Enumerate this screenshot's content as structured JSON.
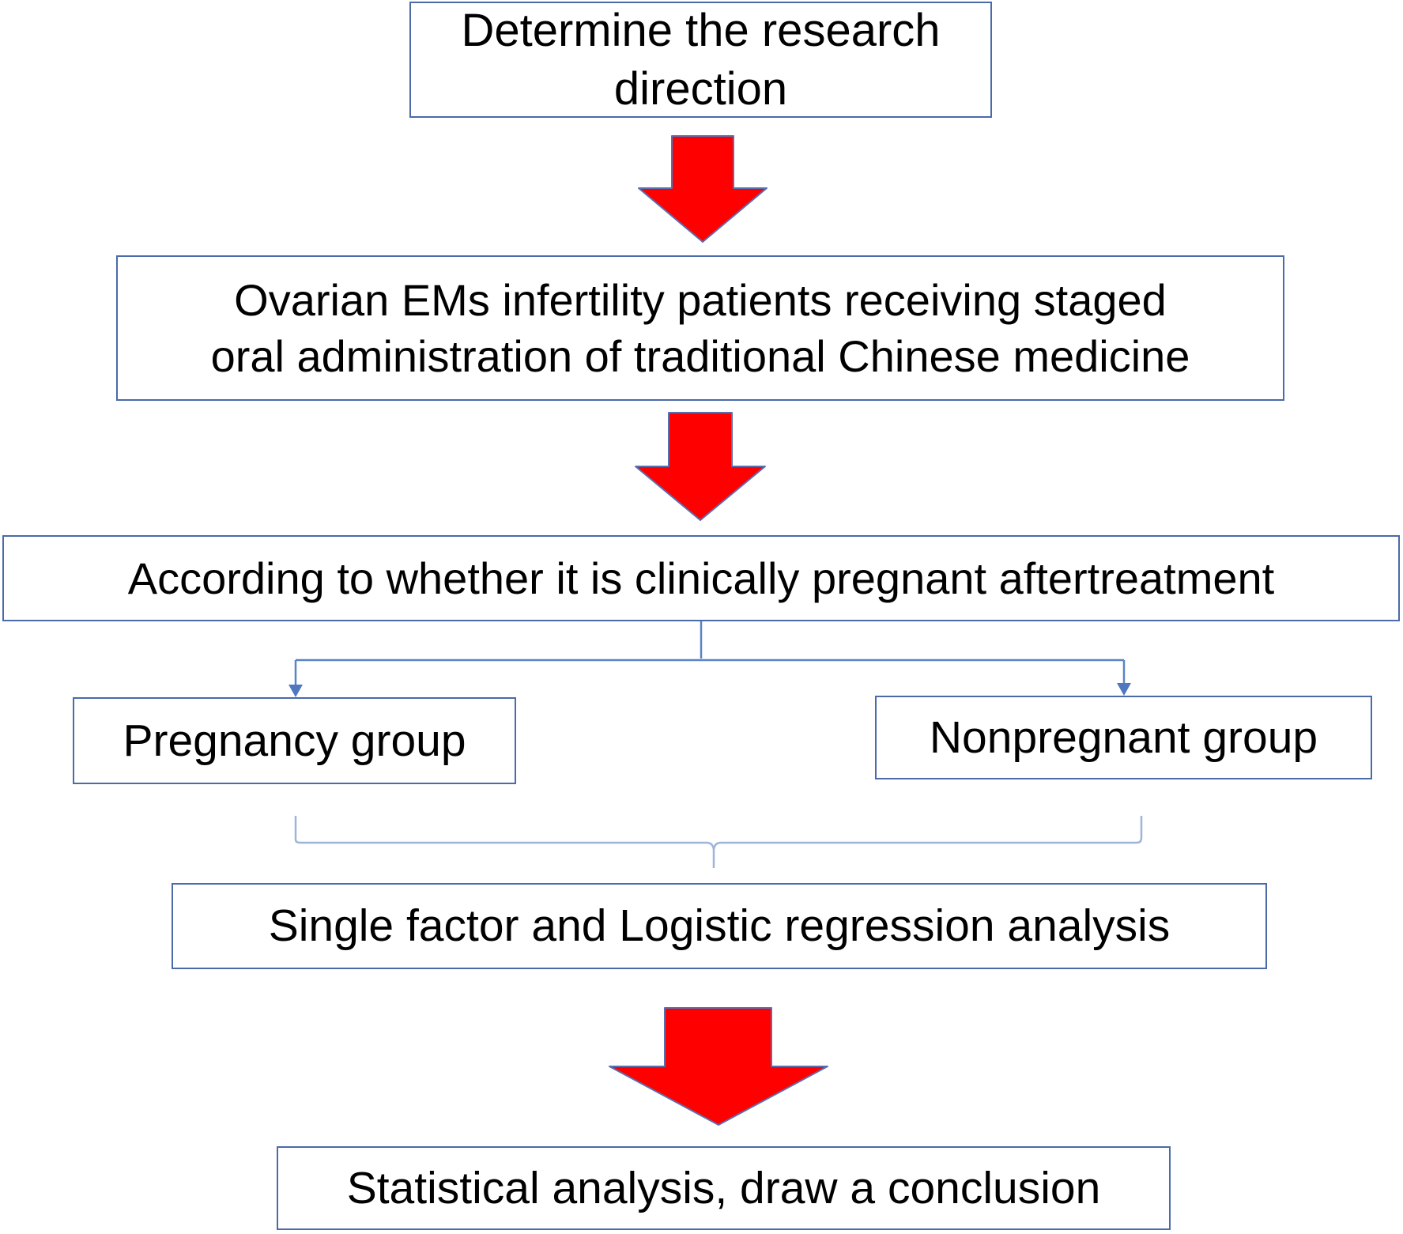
{
  "diagram": {
    "steps": {
      "research_direction": [
        "Determine the research",
        "direction"
      ],
      "patients": [
        "Ovarian EMs infertility patients receiving staged",
        "oral administration of traditional Chinese medicine"
      ],
      "grouping": "According to whether it is clinically pregnant aftertreatment",
      "pregnancy_group": "Pregnancy group",
      "nonpregnant_group": "Nonpregnant group",
      "regression": "Single factor and Logistic regression analysis",
      "conclusion": "Statistical analysis, draw a conclusion"
    },
    "colors": {
      "box_border": "#4a6aa8",
      "connector_line": "#5b84c4",
      "arrow_fill": "#ff0000",
      "arrow_outline": "#5a6fb0"
    }
  }
}
